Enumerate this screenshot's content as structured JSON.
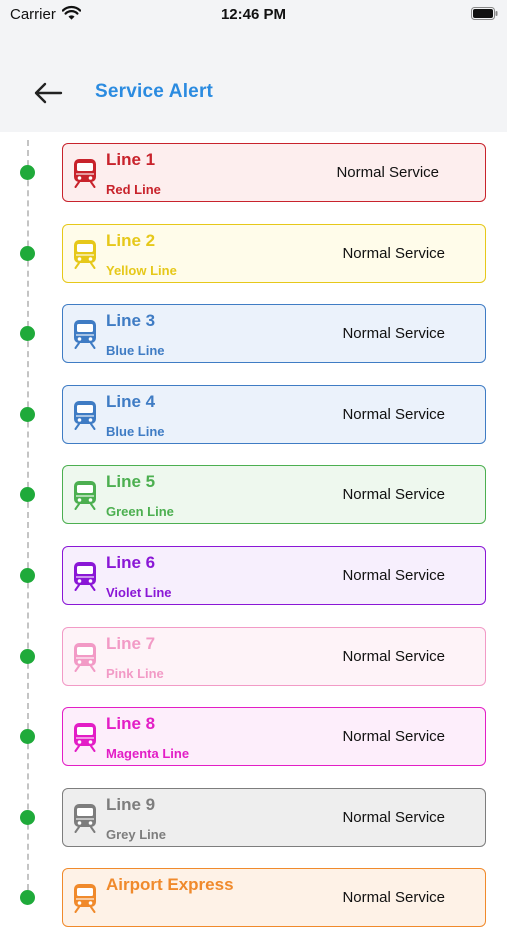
{
  "status_bar": {
    "carrier": "Carrier",
    "time": "12:46 PM"
  },
  "header": {
    "title": "Service Alert"
  },
  "lines": [
    {
      "name": "Line 1",
      "subtitle": "Red Line",
      "status": "Normal Service",
      "color": "#c8232c",
      "bg": "#fdeeee"
    },
    {
      "name": "Line 2",
      "subtitle": "Yellow Line",
      "status": "Normal Service",
      "color": "#e6c81a",
      "bg": "#fffcea"
    },
    {
      "name": "Line 3",
      "subtitle": "Blue Line",
      "status": "Normal Service",
      "color": "#3f7cc4",
      "bg": "#ebf2fb"
    },
    {
      "name": "Line 4",
      "subtitle": "Blue Line",
      "status": "Normal Service",
      "color": "#3f7cc4",
      "bg": "#ebf2fb"
    },
    {
      "name": "Line 5",
      "subtitle": "Green Line",
      "status": "Normal Service",
      "color": "#4caf50",
      "bg": "#eef8ee"
    },
    {
      "name": "Line 6",
      "subtitle": "Violet Line",
      "status": "Normal Service",
      "color": "#8a17d6",
      "bg": "#f7effd"
    },
    {
      "name": "Line 7",
      "subtitle": "Pink Line",
      "status": "Normal Service",
      "color": "#f29ac6",
      "bg": "#fef3f8"
    },
    {
      "name": "Line 8",
      "subtitle": "Magenta Line",
      "status": "Normal Service",
      "color": "#e31ec6",
      "bg": "#fdeefb"
    },
    {
      "name": "Line 9",
      "subtitle": "Grey Line",
      "status": "Normal Service",
      "color": "#7d7d7d",
      "bg": "#eeeeee"
    },
    {
      "name": "Airport Express",
      "subtitle": "",
      "status": "Normal Service",
      "color": "#f08a2c",
      "bg": "#fef2e7"
    }
  ],
  "icons": {
    "back": "arrow-left-icon",
    "line": "train-icon",
    "wifi": "wifi-icon",
    "battery": "battery-icon"
  },
  "colors": {
    "accent": "#2b8be0",
    "timeline_dot": "#1faa3a"
  }
}
